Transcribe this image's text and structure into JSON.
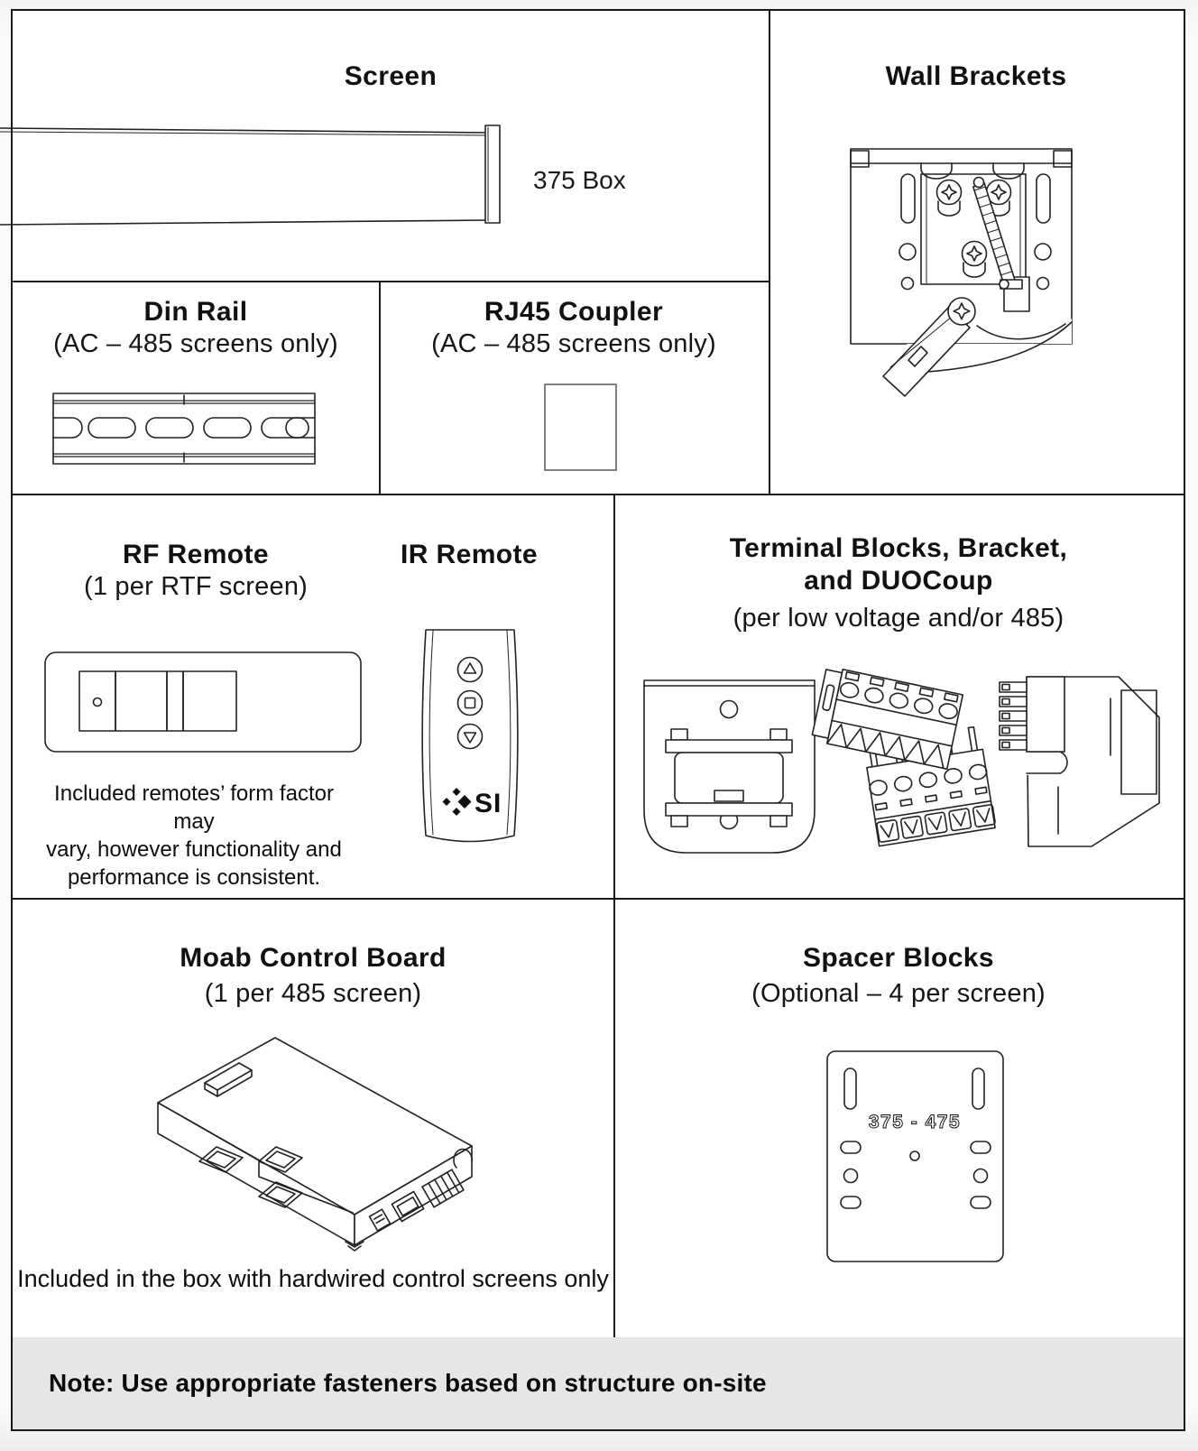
{
  "colors": {
    "ink": "#111111",
    "line": "#1a1a1a",
    "footer_bg": "#e4e6e8",
    "page_bg": "#ffffff",
    "canvas_bg": "#fafafa"
  },
  "cells": {
    "screen": {
      "title": "Screen",
      "box_label": "375 Box"
    },
    "wall_brackets": {
      "title": "Wall Brackets"
    },
    "din_rail": {
      "title": "Din Rail",
      "subtitle": "(AC – 485 screens only)"
    },
    "rj45": {
      "title": "RJ45 Coupler",
      "subtitle": "(AC – 485 screens only)"
    },
    "rf_remote": {
      "title": "RF Remote",
      "subtitle": "(1 per RTF screen)",
      "note_lines": [
        "Included remotes’ form factor may",
        "vary, however functionality and",
        "performance is consistent."
      ]
    },
    "ir_remote": {
      "title": "IR Remote",
      "logo_text": "SI"
    },
    "terminal": {
      "title_line1": "Terminal Blocks, Bracket,",
      "title_line2": "and DUOCoup",
      "subtitle": "(per low voltage and/or 485)"
    },
    "moab": {
      "title": "Moab Control Board",
      "subtitle": "(1 per 485 screen)",
      "note": "Included in the box with hardwired control screens only"
    },
    "spacer": {
      "title": "Spacer Blocks",
      "subtitle": "(Optional – 4 per screen)",
      "engraving": "375 - 475"
    }
  },
  "footer": {
    "note": "Note: Use appropriate fasteners based on structure on-site"
  }
}
